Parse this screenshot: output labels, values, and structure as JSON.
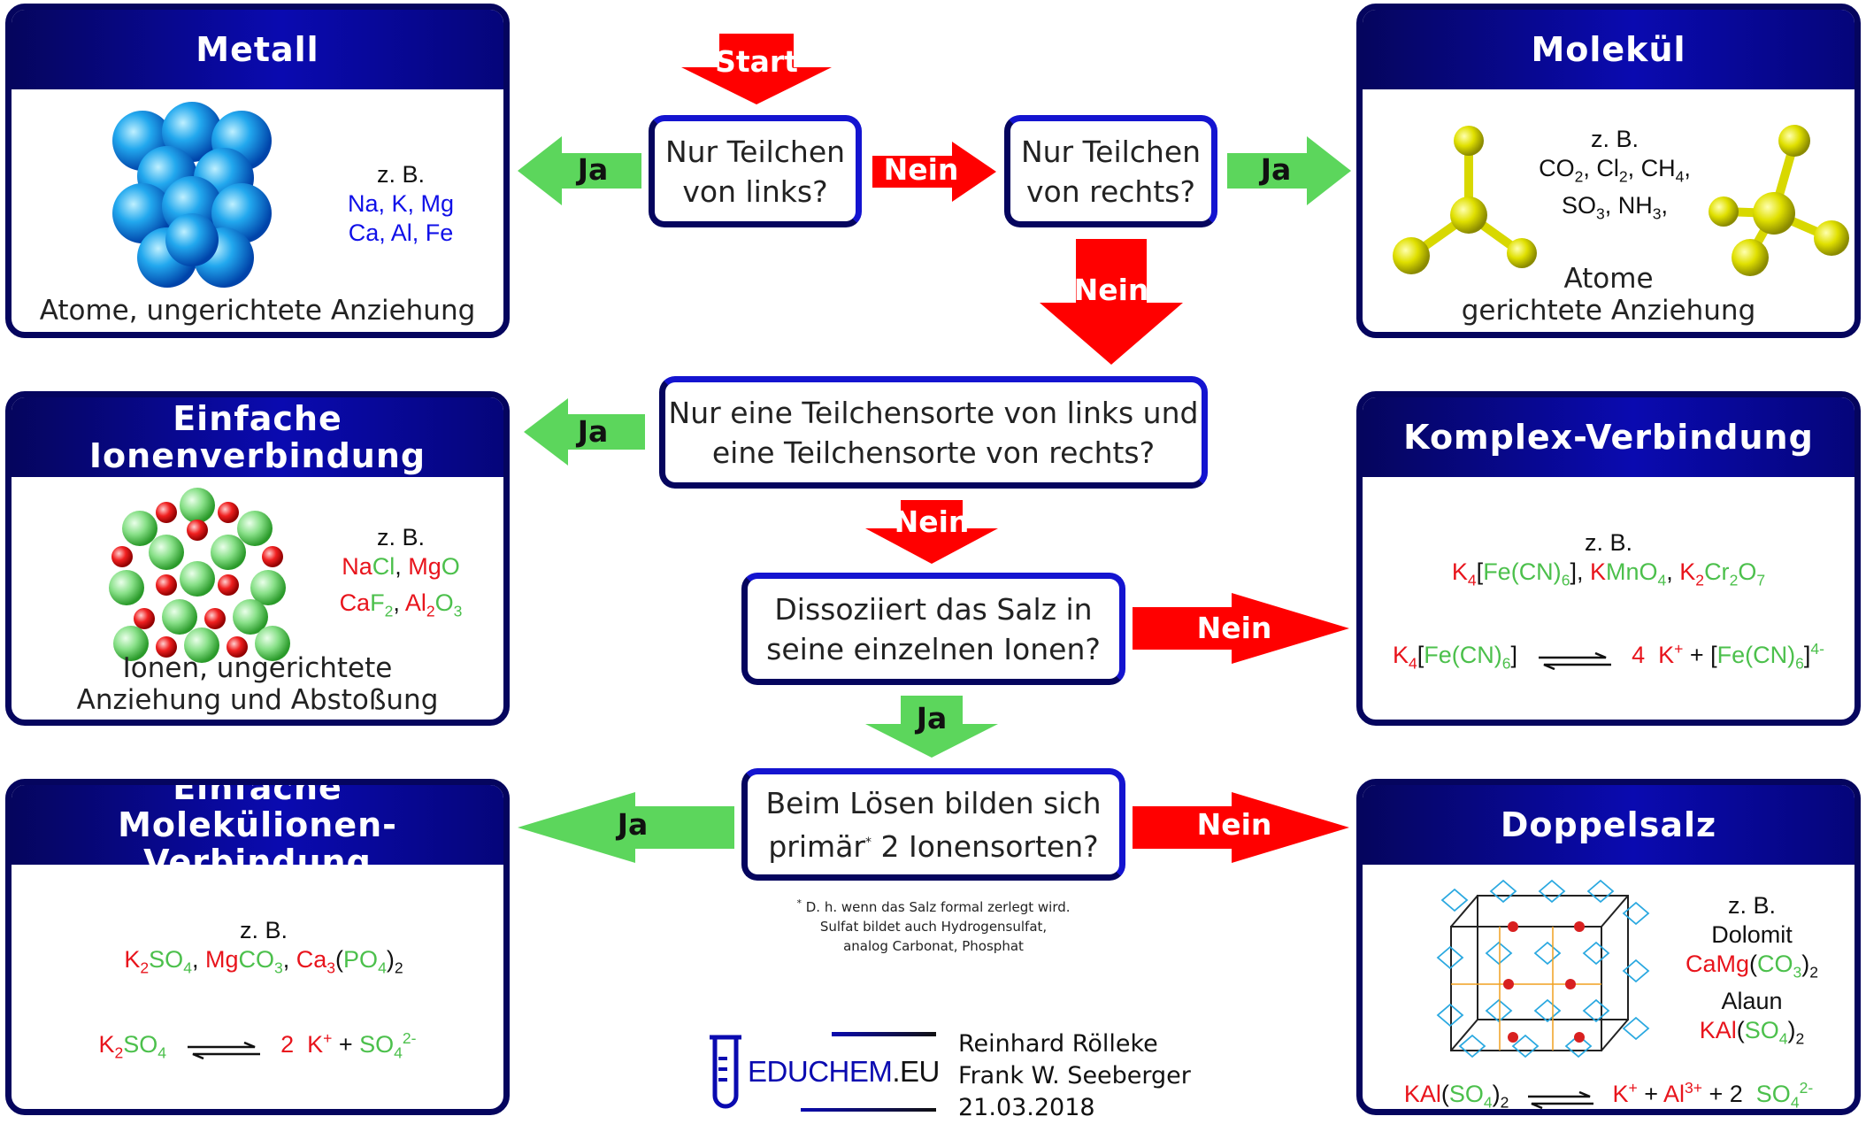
{
  "start": "Start",
  "questions": {
    "q1": [
      "Nur Teilchen",
      "von links?"
    ],
    "q2": [
      "Nur Teilchen",
      "von rechts?"
    ],
    "q3": [
      "Nur eine Teilchensorte von links und",
      "eine Teilchensorte von rechts?"
    ],
    "q4": [
      "Dissoziiert das Salz in",
      "seine einzelnen Ionen?"
    ],
    "q5a": "Beim Lösen bilden sich",
    "q5b_pre": "primär",
    "q5b_star": "*",
    "q5b_post": " 2 Ionensorten?"
  },
  "arrows": {
    "ja": "Ja",
    "nein": "Nein"
  },
  "footnote": {
    "star": "*",
    "line1": " D. h. wenn das Salz formal zerlegt wird.",
    "line2": "Sulfat bildet auch Hydrogensulfat,",
    "line3": "analog Carbonat, Phosphat"
  },
  "boxes": {
    "metall": {
      "title": "Metall",
      "eg": "z. B.",
      "line1": "Na, K, Mg",
      "line2": "Ca, Al, Fe",
      "caption": "Atome, ungerichtete Anziehung"
    },
    "molekuel": {
      "title": "Molekül",
      "eg": "z. B.",
      "caption1": "Atome",
      "caption2": "gerichtete Anziehung"
    },
    "ionen": {
      "title1": "Einfache",
      "title2": "Ionenverbindung",
      "eg": "z. B.",
      "caption1": "Ionen, ungerichtete",
      "caption2": "Anziehung und Abstoßung"
    },
    "komplex": {
      "title": "Komplex-Verbindung",
      "eg": "z. B."
    },
    "molekuelionen": {
      "title1": "Einfache",
      "title2": "Molekülionen-Verbindung",
      "eg": "z. B."
    },
    "doppelsalz": {
      "title": "Doppelsalz",
      "eg": "z. B.",
      "dolomit": "Dolomit",
      "alaun": "Alaun"
    }
  },
  "logo": {
    "edu": "EDU",
    "chem": "CHEM",
    "eu": ".EU"
  },
  "credits": [
    "Reinhard Rölleke",
    "Frank W. Seeberger",
    "21.03.2018"
  ],
  "colors": {
    "frame": "#05055e",
    "header": "#0a0ab0",
    "yes": "#5cd65c",
    "no": "#ff0000",
    "cation": "#e8141c",
    "anion": "#4cc04c",
    "metal": "#1010e8"
  }
}
